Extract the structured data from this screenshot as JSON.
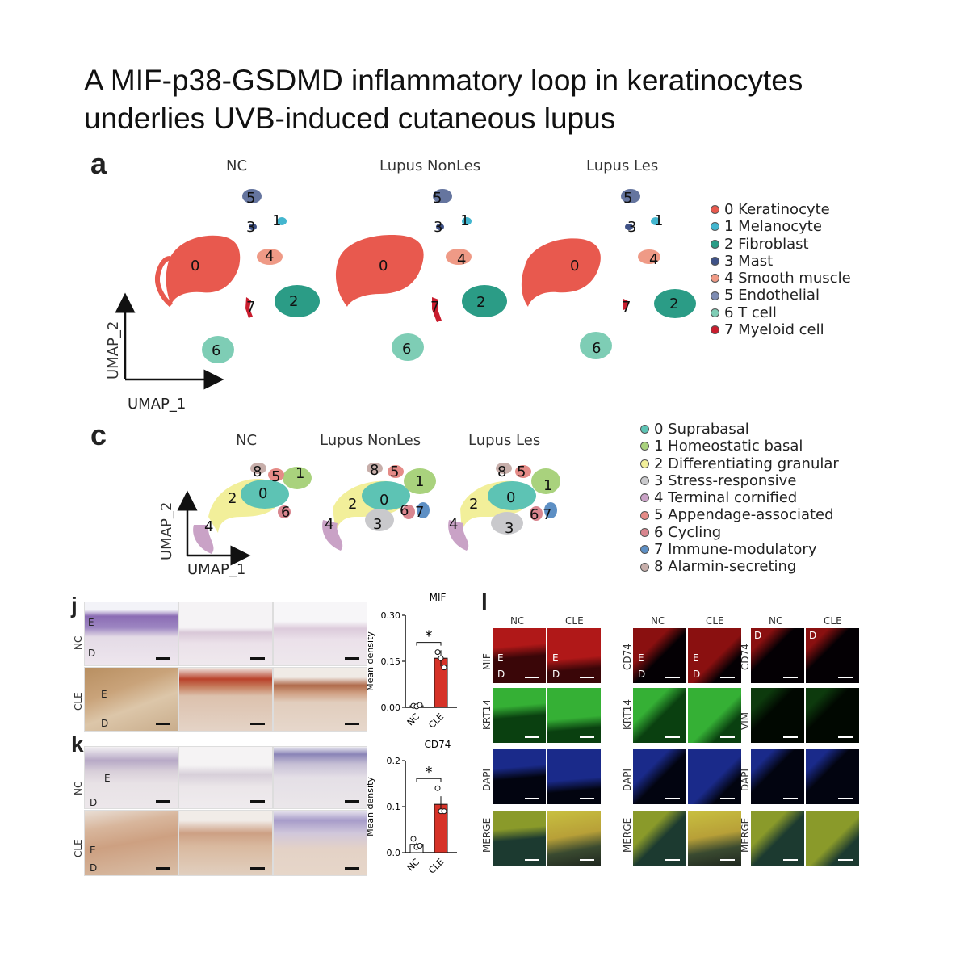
{
  "title_line1": "A MIF-p38-GSDMD inflammatory loop in keratinocytes",
  "title_line2": "underlies UVB-induced cutaneous lupus",
  "panel_a": {
    "label": "a",
    "conditions": [
      "NC",
      "Lupus NonLes",
      "Lupus Les"
    ],
    "axis_x": "UMAP_1",
    "axis_y": "UMAP_2",
    "legend": [
      {
        "num": "0",
        "label": "Keratinocyte",
        "color": "#e8594e"
      },
      {
        "num": "1",
        "label": "Melanocyte",
        "color": "#43b6cf"
      },
      {
        "num": "2",
        "label": "Fibroblast",
        "color": "#2b9c86"
      },
      {
        "num": "3",
        "label": "Mast",
        "color": "#3f5287"
      },
      {
        "num": "4",
        "label": "Smooth muscle",
        "color": "#ef9a86"
      },
      {
        "num": "5",
        "label": "Endothelial",
        "color": "#7d8bb2"
      },
      {
        "num": "6",
        "label": "T cell",
        "color": "#7ecdb5"
      },
      {
        "num": "7",
        "label": "Myeloid cell",
        "color": "#c91d2e"
      }
    ]
  },
  "panel_c": {
    "label": "c",
    "conditions": [
      "NC",
      "Lupus NonLes",
      "Lupus Les"
    ],
    "axis_x": "UMAP_1",
    "axis_y": "UMAP_2",
    "legend": [
      {
        "num": "0",
        "label": "Suprabasal",
        "color": "#5dc3b4"
      },
      {
        "num": "1",
        "label": "Homeostatic basal",
        "color": "#a9d27d"
      },
      {
        "num": "2",
        "label": "Differentiating granular",
        "color": "#f2ef9a"
      },
      {
        "num": "3",
        "label": "Stress-responsive",
        "color": "#c9c9cc"
      },
      {
        "num": "4",
        "label": "Terminal cornified",
        "color": "#c9a2c6"
      },
      {
        "num": "5",
        "label": "Appendage-associated",
        "color": "#e58b87"
      },
      {
        "num": "6",
        "label": "Cycling",
        "color": "#d9868f"
      },
      {
        "num": "7",
        "label": "Immune-modulatory",
        "color": "#5d8fc4"
      },
      {
        "num": "8",
        "label": "Alarmin-secreting",
        "color": "#c7aeaa"
      }
    ]
  },
  "panel_j": {
    "label": "j",
    "rows": [
      "NC",
      "CLE"
    ],
    "epidermis": "E",
    "dermis": "D"
  },
  "panel_k": {
    "label": "k",
    "rows": [
      "NC",
      "CLE"
    ],
    "epidermis": "E",
    "dermis": "D"
  },
  "panel_l": {
    "label": "l",
    "col_headers": [
      "NC",
      "CLE"
    ],
    "groups": [
      {
        "rows": [
          "MIF",
          "KRT14",
          "DAPI",
          "MERGE"
        ]
      },
      {
        "rows": [
          "CD74",
          "KRT14",
          "DAPI",
          "MERGE"
        ]
      },
      {
        "rows": [
          "CD74",
          "VIM",
          "DAPI",
          "MERGE"
        ]
      }
    ],
    "E": "E",
    "D": "D"
  },
  "chart_data": [
    {
      "type": "bar",
      "title": "MIF",
      "categories": [
        "NC",
        "CLE"
      ],
      "values": [
        0.005,
        0.16
      ],
      "points": [
        [
          0.005,
          0.003,
          0.008
        ],
        [
          0.18,
          0.16,
          0.13
        ]
      ],
      "ylabel": "Mean density",
      "ylim": [
        0,
        0.3
      ],
      "yticks": [
        "0.00",
        "0.15",
        "0.30"
      ],
      "significance": "*",
      "colors": [
        "#ffffff",
        "#d63228"
      ]
    },
    {
      "type": "bar",
      "title": "CD74",
      "categories": [
        "NC",
        "CLE"
      ],
      "values": [
        0.018,
        0.105
      ],
      "points": [
        [
          0.03,
          0.012,
          0.015
        ],
        [
          0.14,
          0.09,
          0.09
        ]
      ],
      "ylabel": "Mean density",
      "ylim": [
        0,
        0.2
      ],
      "yticks": [
        "0.0",
        "0.1",
        "0.2"
      ],
      "significance": "*",
      "colors": [
        "#ffffff",
        "#d63228"
      ]
    }
  ]
}
